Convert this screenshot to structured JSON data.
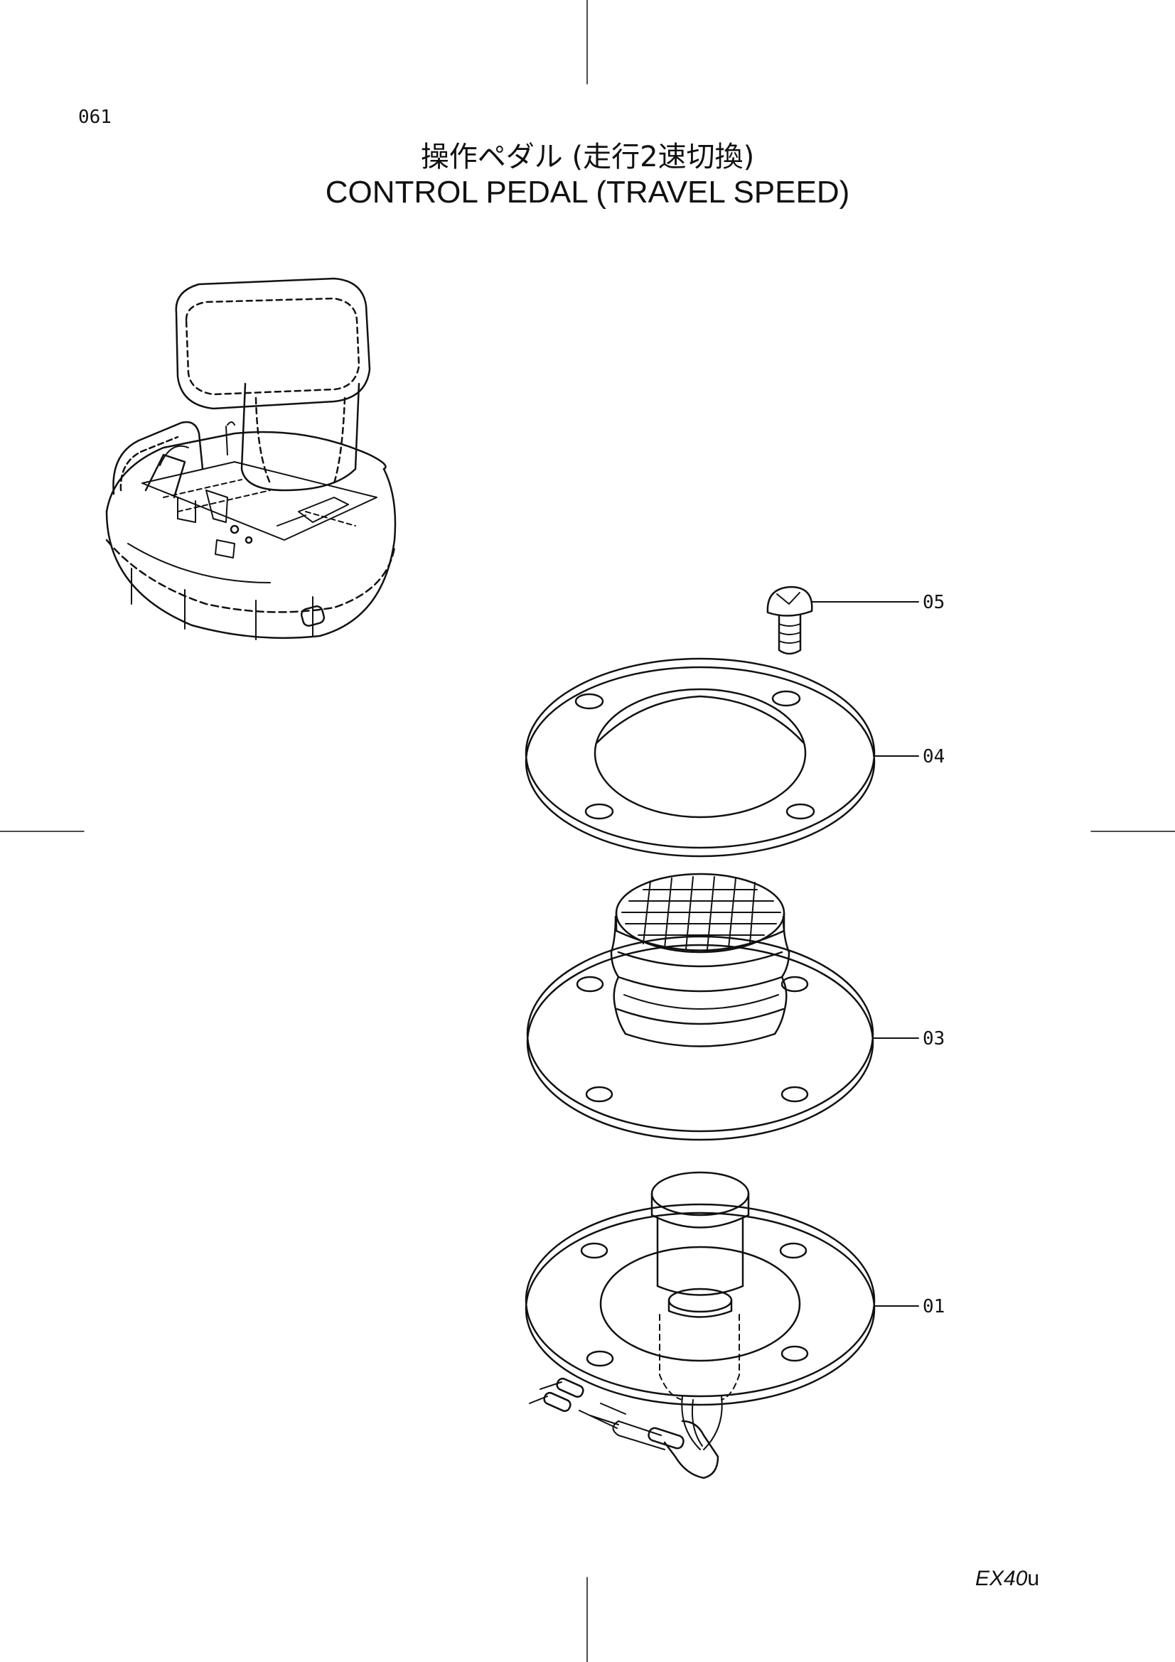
{
  "page_number": "061",
  "title_japanese": "操作ペダル (走行2速切換)",
  "title_english": "CONTROL PEDAL  (TRAVEL SPEED)",
  "model": {
    "name": "EX40",
    "suffix": "u"
  },
  "parts": [
    {
      "callout": "05"
    },
    {
      "callout": "04"
    },
    {
      "callout": "03"
    },
    {
      "callout": "01"
    }
  ]
}
